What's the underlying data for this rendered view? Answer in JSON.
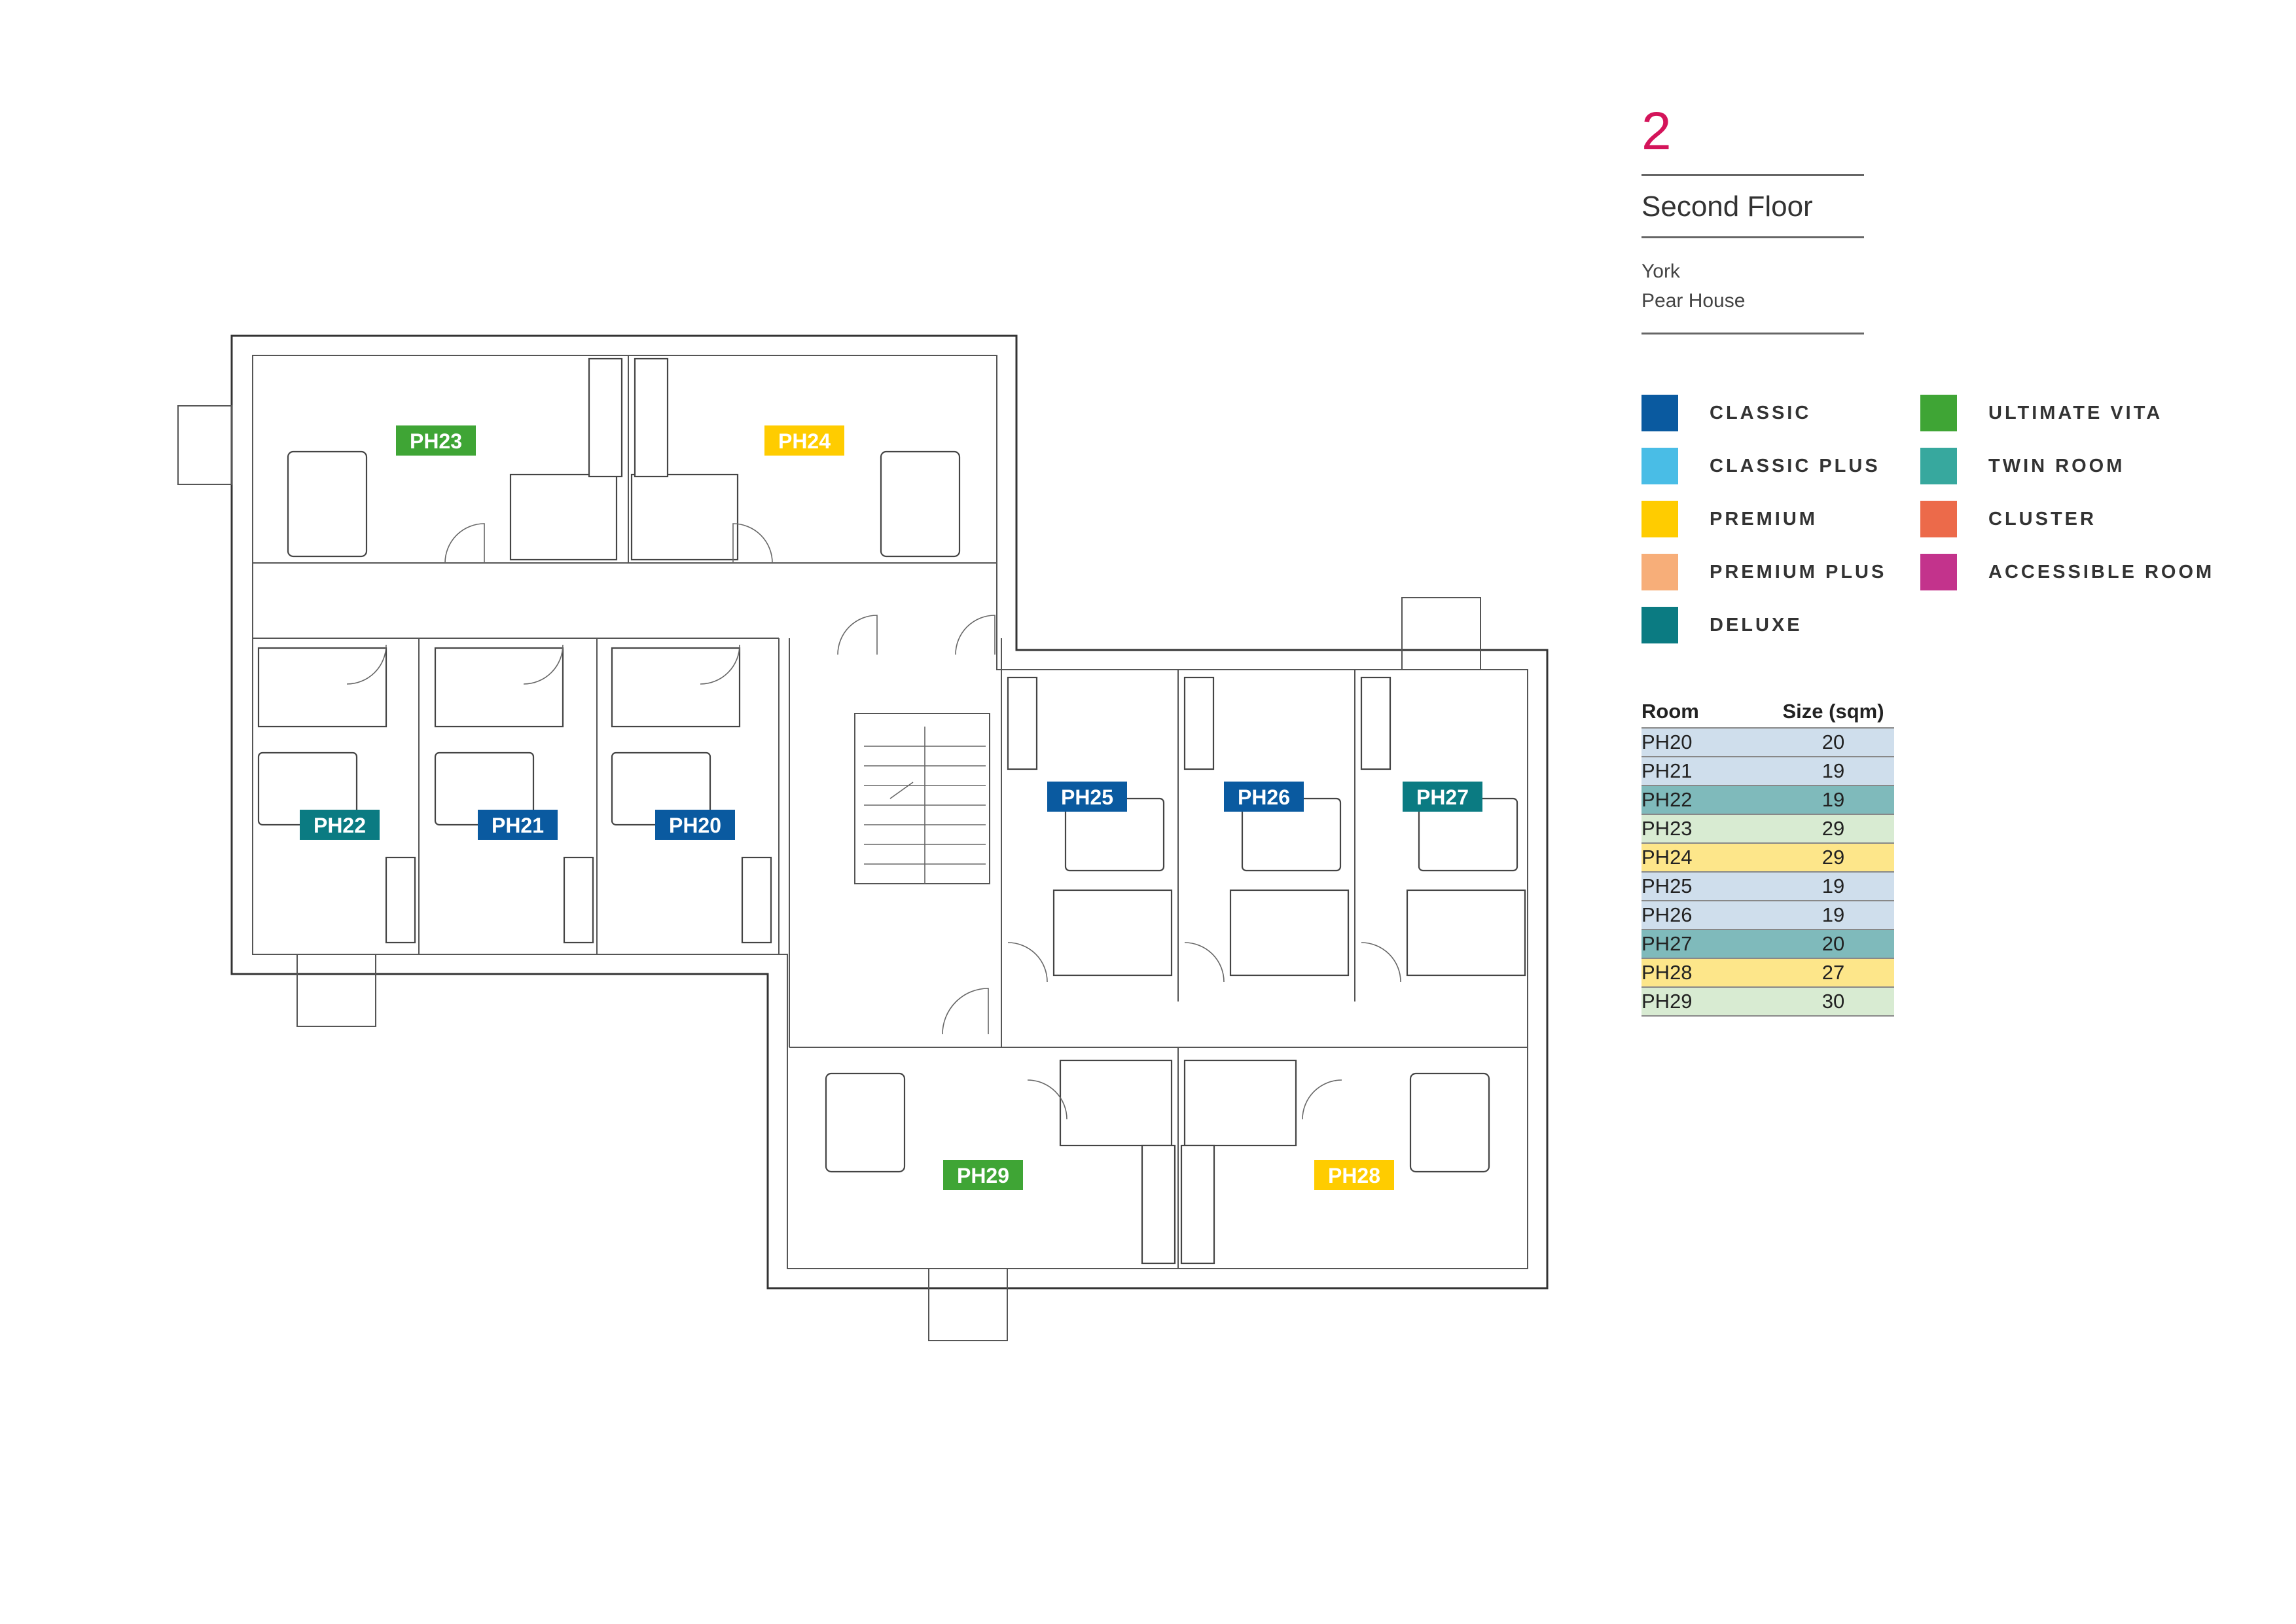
{
  "header": {
    "floor_number": "2",
    "floor_name": "Second Floor",
    "city": "York",
    "building": "Pear House"
  },
  "colors": {
    "accent": "#d4145a",
    "classic": "#0a5aa0",
    "classic_plus": "#49bde6",
    "premium": "#ffcc00",
    "premium_plus": "#f7ae79",
    "deluxe": "#0b7b82",
    "ultimate_vita": "#3fa535",
    "twin_room": "#37a89e",
    "cluster": "#ec6a4a",
    "accessible_room": "#c3338c"
  },
  "legend": {
    "classic": "CLASSIC",
    "classic_plus": "CLASSIC PLUS",
    "premium": "PREMIUM",
    "premium_plus": "PREMIUM PLUS",
    "deluxe": "DELUXE",
    "ultimate_vita": "ULTIMATE VITA",
    "twin_room": "TWIN ROOM",
    "cluster": "CLUSTER",
    "accessible_room": "ACCESSIBLE ROOM"
  },
  "table": {
    "room_header": "Room",
    "size_header": "Size (sqm)",
    "rows": [
      {
        "room": "PH20",
        "size": "20",
        "bg": "#cfdeec"
      },
      {
        "room": "PH21",
        "size": "19",
        "bg": "#cfdeec"
      },
      {
        "room": "PH22",
        "size": "19",
        "bg": "#7fbabb"
      },
      {
        "room": "PH23",
        "size": "29",
        "bg": "#d8ebd2"
      },
      {
        "room": "PH24",
        "size": "29",
        "bg": "#fde68a"
      },
      {
        "room": "PH25",
        "size": "19",
        "bg": "#cfdeec"
      },
      {
        "room": "PH26",
        "size": "19",
        "bg": "#cfdeec"
      },
      {
        "room": "PH27",
        "size": "20",
        "bg": "#7fbabb"
      },
      {
        "room": "PH28",
        "size": "27",
        "bg": "#fde68a"
      },
      {
        "room": "PH29",
        "size": "30",
        "bg": "#d8ebd2"
      }
    ]
  },
  "rooms": {
    "ph20": {
      "label": "PH20",
      "color": "#0a5aa0"
    },
    "ph21": {
      "label": "PH21",
      "color": "#0a5aa0"
    },
    "ph22": {
      "label": "PH22",
      "color": "#0b7b82"
    },
    "ph23": {
      "label": "PH23",
      "color": "#3fa535"
    },
    "ph24": {
      "label": "PH24",
      "color": "#ffcc00"
    },
    "ph25": {
      "label": "PH25",
      "color": "#0a5aa0"
    },
    "ph26": {
      "label": "PH26",
      "color": "#0a5aa0"
    },
    "ph27": {
      "label": "PH27",
      "color": "#0b7b82"
    },
    "ph28": {
      "label": "PH28",
      "color": "#ffcc00"
    },
    "ph29": {
      "label": "PH29",
      "color": "#3fa535"
    }
  }
}
